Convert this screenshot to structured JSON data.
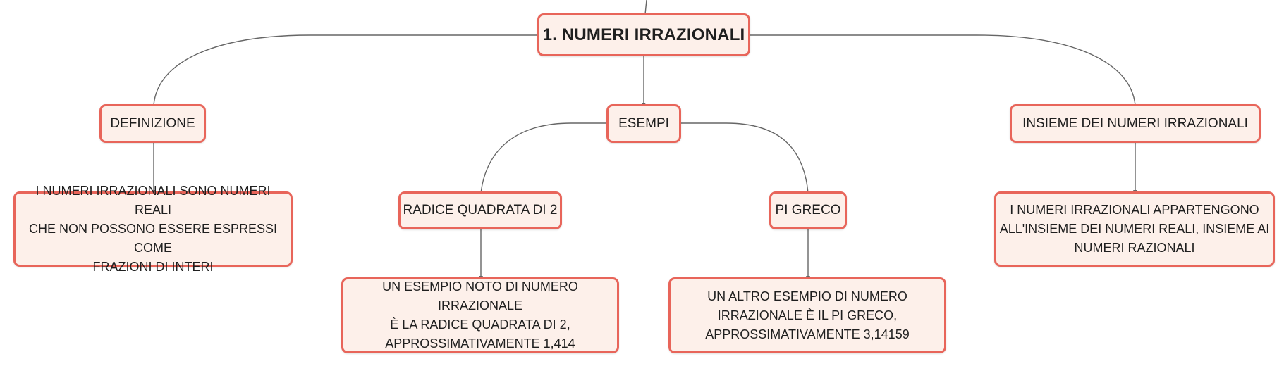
{
  "mind_map": {
    "central_topic": "1. NUMERI IRRAZIONALI",
    "branches": [
      {
        "topic": "DEFINIZIONE",
        "detail": "I NUMERI IRRAZIONALI SONO NUMERI REALI\nCHE NON POSSONO ESSERE ESPRESSI COME\nFRAZIONI DI INTERI"
      },
      {
        "topic": "ESEMPI",
        "children": [
          {
            "topic": "RADICE QUADRATA DI 2",
            "detail": "UN ESEMPIO NOTO DI NUMERO IRRAZIONALE\nÈ LA RADICE QUADRATA DI 2,\nAPPROSSIMATIVAMENTE 1,414"
          },
          {
            "topic": "PI GRECO",
            "detail": "UN ALTRO ESEMPIO DI NUMERO\nIRRAZIONALE È IL PI GRECO,\nAPPROSSIMATIVAMENTE 3,14159"
          }
        ]
      },
      {
        "topic": "INSIEME DEI NUMERI IRRAZIONALI",
        "detail": "I NUMERI IRRAZIONALI APPARTENGONO\nALL'INSIEME DEI NUMERI REALI, INSIEME AI\nNUMERI RAZIONALI"
      }
    ]
  },
  "colors": {
    "node_border": "#e8655a",
    "node_fill": "#fdf0ea",
    "connector": "#666666",
    "text": "#1f1f1f"
  }
}
